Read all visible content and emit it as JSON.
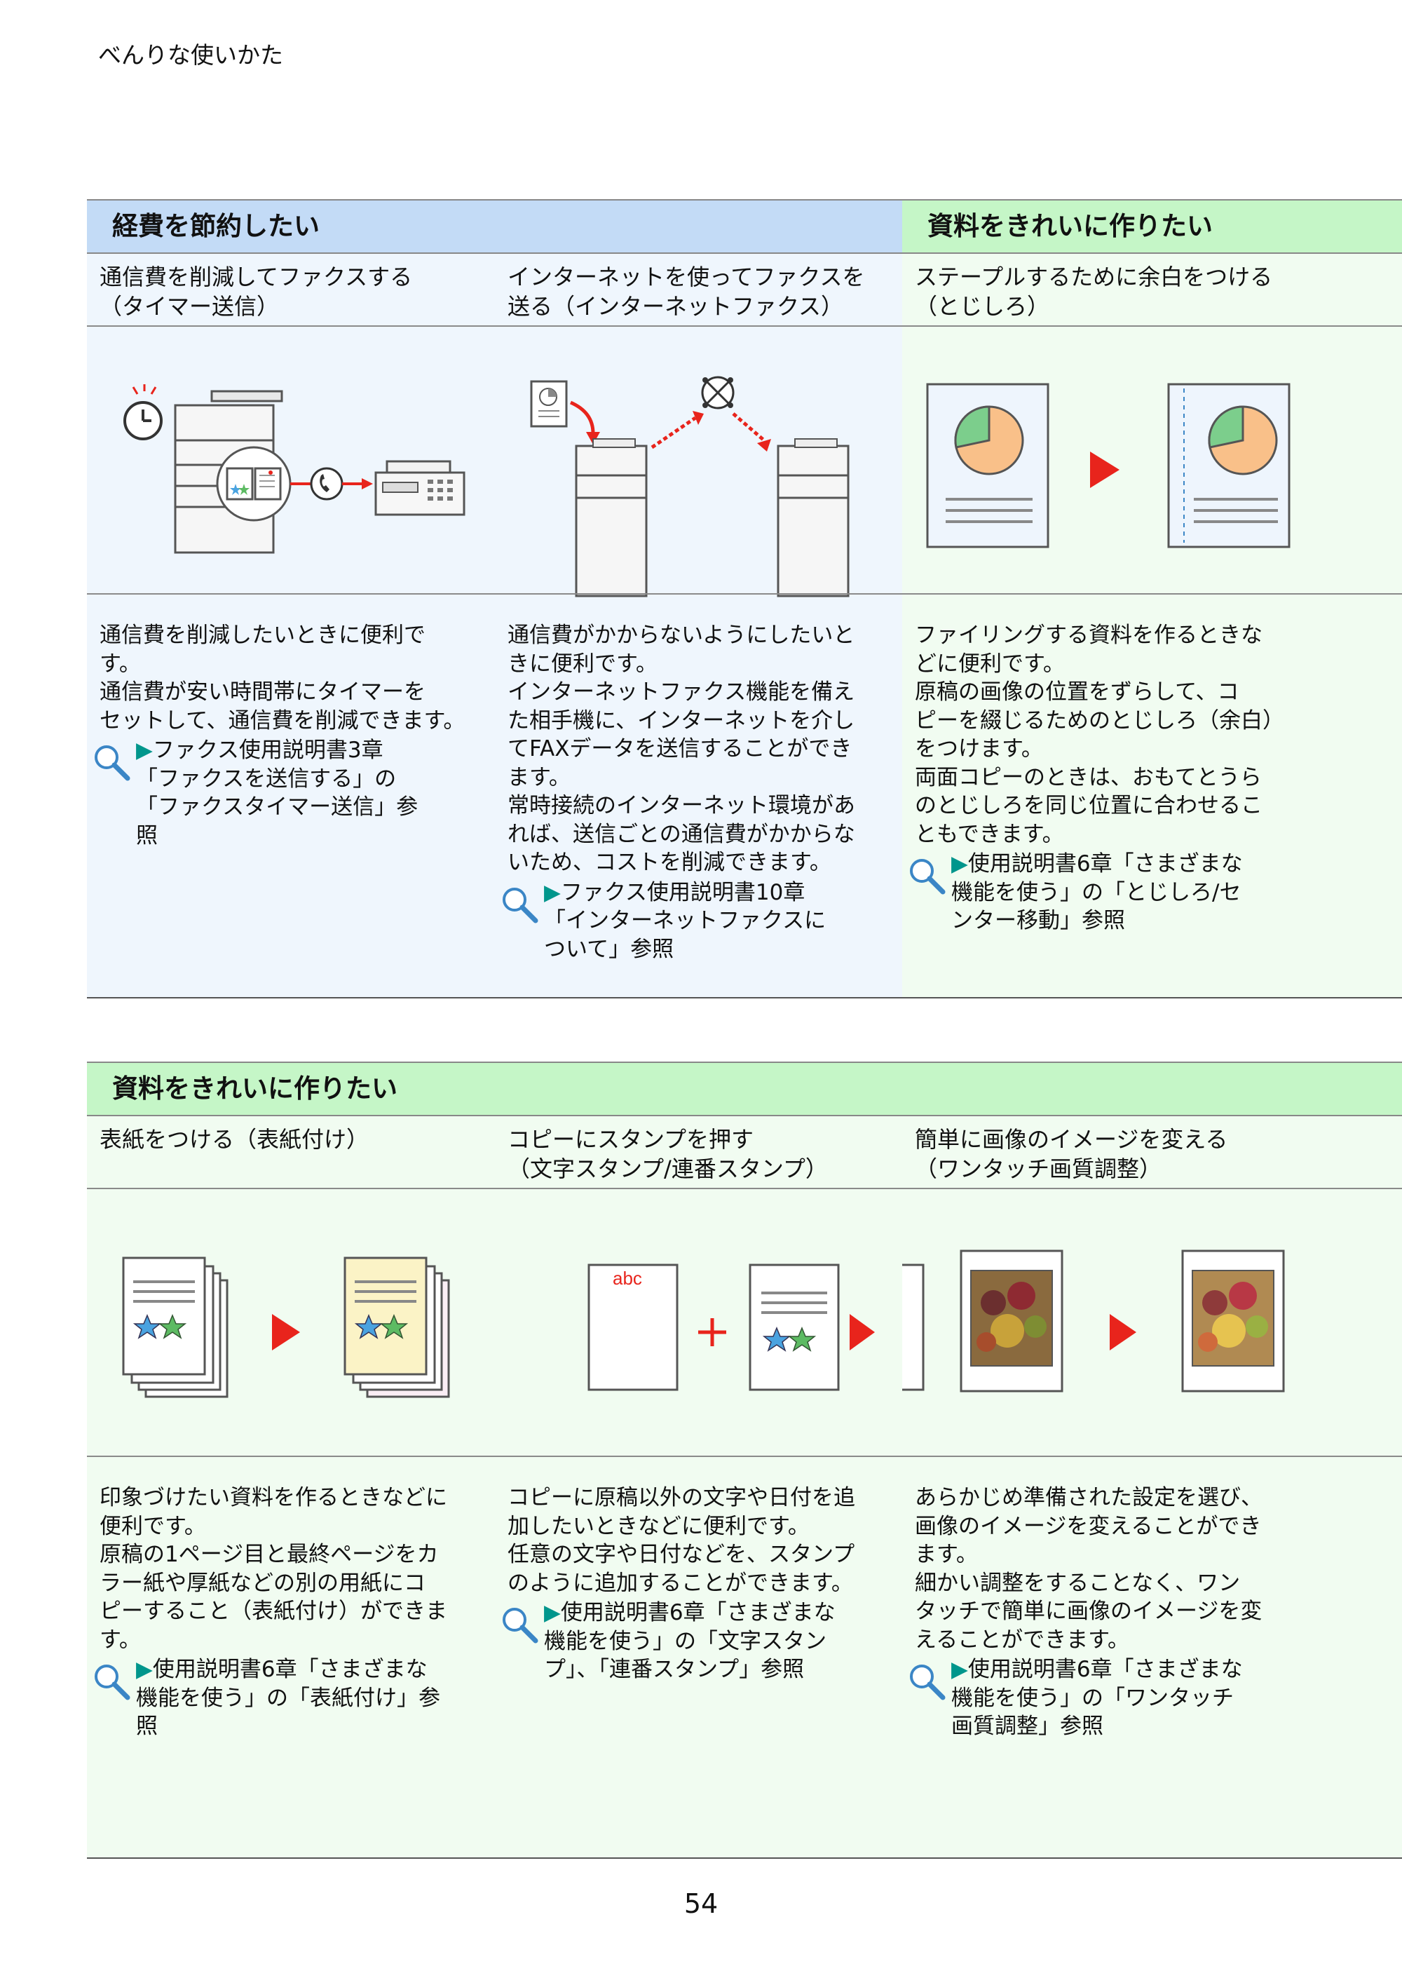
{
  "running_head": "べんりな使いかた",
  "page_number": "54",
  "section1": {
    "header_left": "経費を節約したい",
    "header_right": "資料をきれいに作りたい",
    "columns": [
      {
        "subtitle": [
          "通信費を削減してファクスする",
          "（タイマー送信）"
        ],
        "body": [
          "通信費を削減したいときに便利で",
          "す。",
          "通信費が安い時間帯にタイマーを",
          "セットして、通信費を削減できます。"
        ],
        "ref": {
          "arrow": "▶",
          "lines": [
            "ファクス使用説明書3章",
            "「ファクスを送信する」の",
            "「ファクスタイマー送信」参",
            "照"
          ]
        }
      },
      {
        "subtitle": [
          "インターネットを使ってファクスを",
          "送る（インターネットファクス）"
        ],
        "body": [
          "通信費がかからないようにしたいと",
          "きに便利です。",
          "インターネットファクス機能を備え",
          "た相手機に、インターネットを介し",
          "てFAXデータを送信することができ",
          "ます。",
          "常時接続のインターネット環境があ",
          "れば、送信ごとの通信費がかからな",
          "いため、コストを削減できます。"
        ],
        "ref": {
          "arrow": "▶",
          "lines": [
            "ファクス使用説明書10章",
            "「インターネットファクスに",
            "ついて」参照"
          ]
        }
      },
      {
        "subtitle": [
          "ステープルするために余白をつける",
          "（とじしろ）"
        ],
        "body": [
          "ファイリングする資料を作るときな",
          "どに便利です。",
          "原稿の画像の位置をずらして、コ",
          "ピーを綴じるためのとじしろ（余白）",
          "をつけます。",
          "両面コピーのときは、おもてとうら",
          "のとじしろを同じ位置に合わせるこ",
          "ともできます。"
        ],
        "ref": {
          "arrow": "▶",
          "lines": [
            "使用説明書6章「さまざまな",
            "機能を使う」の「とじしろ/セ",
            "ンター移動」参照"
          ]
        }
      }
    ]
  },
  "section2": {
    "header": "資料をきれいに作りたい",
    "columns": [
      {
        "subtitle": [
          "表紙をつける（表紙付け）"
        ],
        "body": [
          "印象づけたい資料を作るときなどに",
          "便利です。",
          "原稿の1ページ目と最終ページをカ",
          "ラー紙や厚紙などの別の用紙にコ",
          "ピーすること（表紙付け）ができま",
          "す。"
        ],
        "ref": {
          "arrow": "▶",
          "lines": [
            "使用説明書6章「さまざまな",
            "機能を使う」の「表紙付け」参",
            "照"
          ]
        }
      },
      {
        "subtitle": [
          "コピーにスタンプを押す",
          "（文字スタンプ/連番スタンプ）"
        ],
        "body": [
          "コピーに原稿以外の文字や日付を追",
          "加したいときなどに便利です。",
          "任意の文字や日付などを、スタンプ",
          "のように追加することができます。"
        ],
        "ref": {
          "arrow": "▶",
          "lines": [
            "使用説明書6章「さまざまな",
            "機能を使う」の「文字スタン",
            "プ」、「連番スタンプ」参照"
          ]
        },
        "stamp_text": "abc"
      },
      {
        "subtitle": [
          "簡単に画像のイメージを変える",
          "（ワンタッチ画質調整）"
        ],
        "body": [
          "あらかじめ準備された設定を選び、",
          "画像のイメージを変えることができ",
          "ます。",
          "細かい調整をすることなく、ワン",
          "タッチで簡単に画像のイメージを変",
          "えることができます。"
        ],
        "ref": {
          "arrow": "▶",
          "lines": [
            "使用説明書6章「さまざまな",
            "機能を使う」の「ワンタッチ",
            "画質調整」参照"
          ]
        }
      }
    ]
  },
  "colors": {
    "header_blue": "#c3dbf6",
    "header_green": "#c5f6c7",
    "column_blue": "#eff6fd",
    "column_green": "#f1fcf1",
    "ref_arrow": "#00968c",
    "red_arrow": "#e8241c"
  },
  "icons": [
    "magnifier-icon",
    "clock-icon",
    "phone-icon",
    "star-icon",
    "pie-chart-icon",
    "network-icon"
  ]
}
